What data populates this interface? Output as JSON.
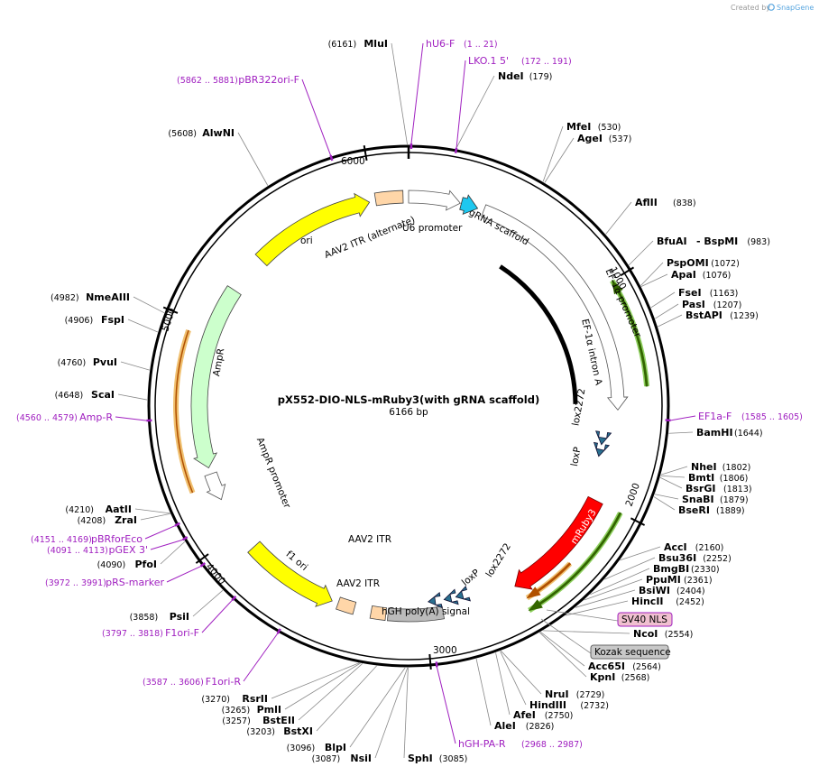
{
  "credit": {
    "prefix": "Created by",
    "brand": "SnapGene"
  },
  "plasmid": {
    "name": "pX552-DIO-NLS-mRuby3(with gRNA scaffold)",
    "length": "6166 bp"
  },
  "ticks": [
    "1000",
    "2000",
    "3000",
    "4000",
    "5000",
    "6000"
  ],
  "sites": [
    {
      "name": "MluI",
      "pos": "(6161)"
    },
    {
      "name": "NdeI",
      "pos": "(179)"
    },
    {
      "name": "MfeI",
      "pos": "(530)"
    },
    {
      "name": "AgeI",
      "pos": "(537)"
    },
    {
      "name": "AflII",
      "pos": "(838)"
    },
    {
      "name": "BfuAI",
      "pos": ""
    },
    {
      "name": "- BspMI",
      "pos": "(983)"
    },
    {
      "name": "PspOMI",
      "pos": "(1072)"
    },
    {
      "name": "ApaI",
      "pos": "(1076)"
    },
    {
      "name": "FseI",
      "pos": "(1163)"
    },
    {
      "name": "PasI",
      "pos": "(1207)"
    },
    {
      "name": "BstAPI",
      "pos": "(1239)"
    },
    {
      "name": "BamHI",
      "pos": "(1644)"
    },
    {
      "name": "NheI",
      "pos": "(1802)"
    },
    {
      "name": "BmtI",
      "pos": "(1806)"
    },
    {
      "name": "BsrGI",
      "pos": "(1813)"
    },
    {
      "name": "SnaBI",
      "pos": "(1879)"
    },
    {
      "name": "BseRI",
      "pos": "(1889)"
    },
    {
      "name": "AccI",
      "pos": "(2160)"
    },
    {
      "name": "Bsu36I",
      "pos": "(2252)"
    },
    {
      "name": "BmgBI",
      "pos": "(2330)"
    },
    {
      "name": "PpuMI",
      "pos": "(2361)"
    },
    {
      "name": "BsiWI",
      "pos": "(2404)"
    },
    {
      "name": "HincII",
      "pos": "(2452)"
    },
    {
      "name": "NcoI",
      "pos": "(2554)"
    },
    {
      "name": "Acc65I",
      "pos": "(2564)"
    },
    {
      "name": "KpnI",
      "pos": "(2568)"
    },
    {
      "name": "NruI",
      "pos": "(2729)"
    },
    {
      "name": "HindIII",
      "pos": "(2732)"
    },
    {
      "name": "AfeI",
      "pos": "(2750)"
    },
    {
      "name": "AleI",
      "pos": "(2826)"
    },
    {
      "name": "SphI",
      "pos": "(3085)"
    },
    {
      "name": "NsiI",
      "pos": "(3087)"
    },
    {
      "name": "BlpI",
      "pos": "(3096)"
    },
    {
      "name": "BstXI",
      "pos": "(3203)"
    },
    {
      "name": "BstEII",
      "pos": "(3257)"
    },
    {
      "name": "PmlI",
      "pos": "(3265)"
    },
    {
      "name": "RsrII",
      "pos": "(3270)"
    },
    {
      "name": "PsiI",
      "pos": "(3858)"
    },
    {
      "name": "PfoI",
      "pos": "(4090)"
    },
    {
      "name": "ZraI",
      "pos": "(4208)"
    },
    {
      "name": "AatII",
      "pos": "(4210)"
    },
    {
      "name": "ScaI",
      "pos": "(4648)"
    },
    {
      "name": "PvuI",
      "pos": "(4760)"
    },
    {
      "name": "FspI",
      "pos": "(4906)"
    },
    {
      "name": "NmeAIII",
      "pos": "(4982)"
    },
    {
      "name": "AlwNI",
      "pos": "(5608)"
    }
  ],
  "primers": [
    {
      "name": "hU6-F",
      "range": "(1 .. 21)"
    },
    {
      "name": "LKO.1 5'",
      "range": "(172 .. 191)"
    },
    {
      "name": "pBR322ori-F",
      "range": "(5862 .. 5881)"
    },
    {
      "name": "EF1a-F",
      "range": "(1585 .. 1605)"
    },
    {
      "name": "Amp-R",
      "range": "(4560 .. 4579)"
    },
    {
      "name": "pBRforEco",
      "range": "(4151 .. 4169)"
    },
    {
      "name": "pGEX 3'",
      "range": "(4091 .. 4113)"
    },
    {
      "name": "pRS-marker",
      "range": "(3972 .. 3991)"
    },
    {
      "name": "F1ori-F",
      "range": "(3797 .. 3818)"
    },
    {
      "name": "F1ori-R",
      "range": "(3587 .. 3606)"
    },
    {
      "name": "hGH-PA-R",
      "range": "(2968 .. 2987)"
    }
  ],
  "features": {
    "ori": "ori",
    "itr_alt": "AAV2 ITR (alternate)",
    "u6": "U6 promoter",
    "grna": "gRNA scaffold",
    "ef1a_promoter": "EF-1α promoter",
    "ef1a_intron": "EF-1α intron A",
    "lox2272_a": "lox2272",
    "loxp_a": "loxP",
    "mruby3": "mRuby3",
    "lox2272_b": "lox2272",
    "loxp_b": "loxP",
    "hgh": "hGH poly(A) signal",
    "itr_1": "AAV2 ITR",
    "itr_2": "AAV2 ITR",
    "f1ori": "f1 ori",
    "ampr_promoter": "AmpR promoter",
    "ampr": "AmpR",
    "sv40": "SV40 NLS",
    "kozak": "Kozak sequence"
  },
  "colors": {
    "backbone": "#000000",
    "ori": "#ffff00",
    "itr": "#ffd6a8",
    "promoter": "#ffffff",
    "grna": "#1ec8f0",
    "ampr": "#ccffcc",
    "mruby3": "#ff0000",
    "lox": "#2a7090",
    "primer": "#a020c0",
    "sv40": "#f0c0d0",
    "kozak": "#c8c8c8"
  }
}
